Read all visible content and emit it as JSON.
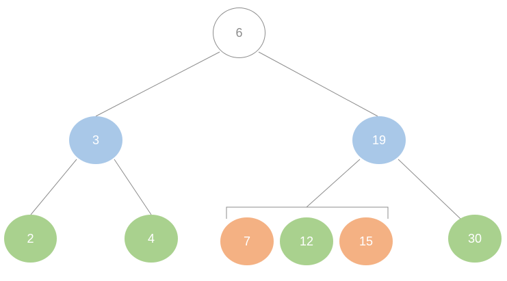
{
  "colors": {
    "root_border": "#8c8c8c",
    "root_text": "#8c8c8c",
    "internal_fill": "#a9c8e8",
    "leaf_fill": "#a9d18e",
    "highlight_fill": "#f4b183",
    "edge": "#8c8c8c"
  },
  "nodes": {
    "n6": "6",
    "n3": "3",
    "n19": "19",
    "n2": "2",
    "n4": "4",
    "n7": "7",
    "n12": "12",
    "n15": "15",
    "n30": "30"
  }
}
